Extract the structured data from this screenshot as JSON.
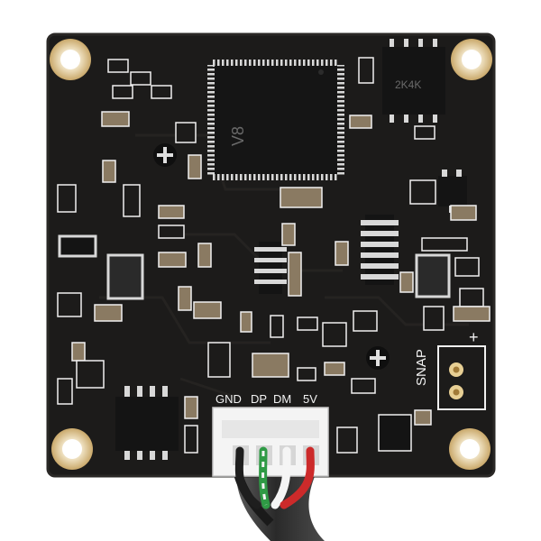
{
  "image": {
    "subject": "USB camera module circuit board",
    "colors": {
      "background": "#ffffff",
      "pcb": "#1c1b1a",
      "pad_gold": "#c9a86a",
      "pad_light": "#efe2c4",
      "silkscreen": "#f2f2f2",
      "connector": "#f4f4f4",
      "cable": "#2a2a2a"
    }
  },
  "labels": {
    "main_chip": "V8",
    "flash_chip": "2K4K",
    "snap_label": "SNAP",
    "plus_label": "+",
    "pin_gnd": "GND",
    "pin_dp": "DP",
    "pin_dm": "DM",
    "pin_5v": "5V"
  },
  "wires": [
    {
      "color": "#1e1e1e",
      "icon": "black-wire-icon"
    },
    {
      "color": "#2f9a45",
      "icon": "green-white-wire-icon"
    },
    {
      "color": "#f5f5f5",
      "icon": "white-wire-icon"
    },
    {
      "color": "#cc2a2a",
      "icon": "red-wire-icon"
    }
  ]
}
